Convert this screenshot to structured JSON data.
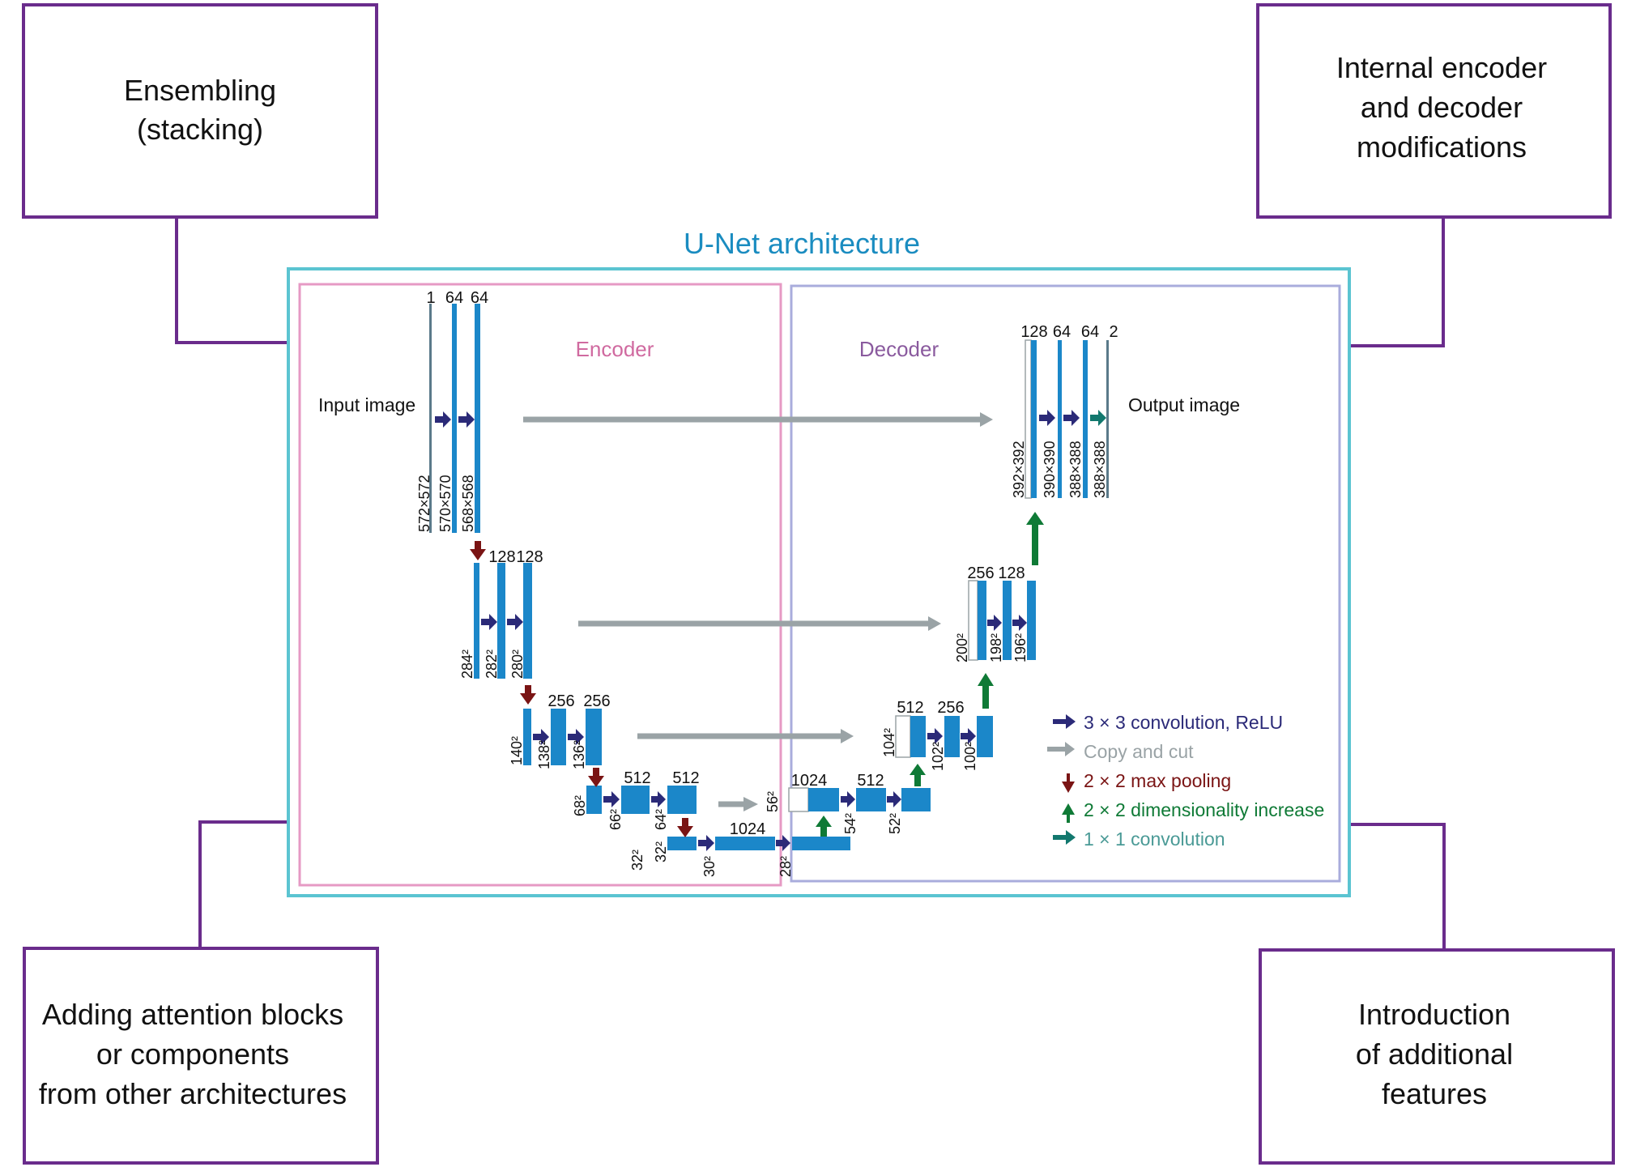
{
  "title": "U-Net architecture",
  "colors": {
    "outer_box": "#6a2c8c",
    "unet_frame": "#5bc4d1",
    "encoder_frame": "#e69ac4",
    "decoder_frame": "#a9acdc",
    "title": "#1a8cc0",
    "encoder_label": "#d06aa0",
    "decoder_label": "#8a5a9e",
    "block": "#1b87c9",
    "conv_arrow": "#2b2a78",
    "copy_arrow": "#9aa3a6",
    "pool_arrow": "#7a1414",
    "up_arrow": "#0f7a36",
    "conv1x1_arrow": "#12786e"
  },
  "corner_boxes": {
    "top_left": [
      "Ensembling",
      "(stacking)"
    ],
    "top_right": [
      "Internal encoder",
      "and decoder",
      "modifications"
    ],
    "bottom_left": [
      "Adding attention blocks",
      "or components",
      "from other architectures"
    ],
    "bottom_right": [
      "Introduction",
      "of additional",
      "features"
    ]
  },
  "regions": {
    "encoder": "Encoder",
    "decoder": "Decoder"
  },
  "io": {
    "input": "Input image",
    "output": "Output image"
  },
  "channels": {
    "l1_enc": [
      "1",
      "64",
      "64"
    ],
    "l2_enc": [
      "128",
      "128"
    ],
    "l3_enc": [
      "256",
      "256"
    ],
    "l4_enc": [
      "512",
      "512"
    ],
    "bottom": [
      "1024"
    ],
    "l4_dec": [
      "1024",
      "512"
    ],
    "l3_dec": [
      "512",
      "256"
    ],
    "l2_dec": [
      "256",
      "128"
    ],
    "l1_dec": [
      "128",
      "64",
      "64",
      "2"
    ]
  },
  "sizes": {
    "l1_enc": [
      "572×572",
      "570×570",
      "568×568"
    ],
    "l2_enc": [
      "284²",
      "282²",
      "280²"
    ],
    "l3_enc": [
      "140²",
      "138²",
      "136²"
    ],
    "l4_enc": [
      "68²",
      "66²",
      "64²"
    ],
    "bottom": [
      "32²",
      "32²",
      "30²",
      "28²"
    ],
    "l4_dec": [
      "56²",
      "54²",
      "52²"
    ],
    "l3_dec": [
      "104²",
      "102²",
      "100²"
    ],
    "l2_dec": [
      "200²",
      "198²",
      "196²"
    ],
    "l1_dec": [
      "392×392",
      "390×390",
      "388×388",
      "388×388"
    ]
  },
  "legend": [
    {
      "icon": "conv-arrow-icon",
      "label": "3 × 3 convolution, ReLU",
      "color": "#2b2a78"
    },
    {
      "icon": "copy-arrow-icon",
      "label": "Copy and cut",
      "color": "#9aa3a6"
    },
    {
      "icon": "pool-arrow-icon",
      "label": "2 × 2 max pooling",
      "color": "#7a1414"
    },
    {
      "icon": "up-arrow-icon",
      "label": "2 × 2 dimensionality increase",
      "color": "#0f7a36"
    },
    {
      "icon": "conv1x1-arrow-icon",
      "label": "1 × 1 convolution",
      "color": "#4a9a96"
    }
  ]
}
